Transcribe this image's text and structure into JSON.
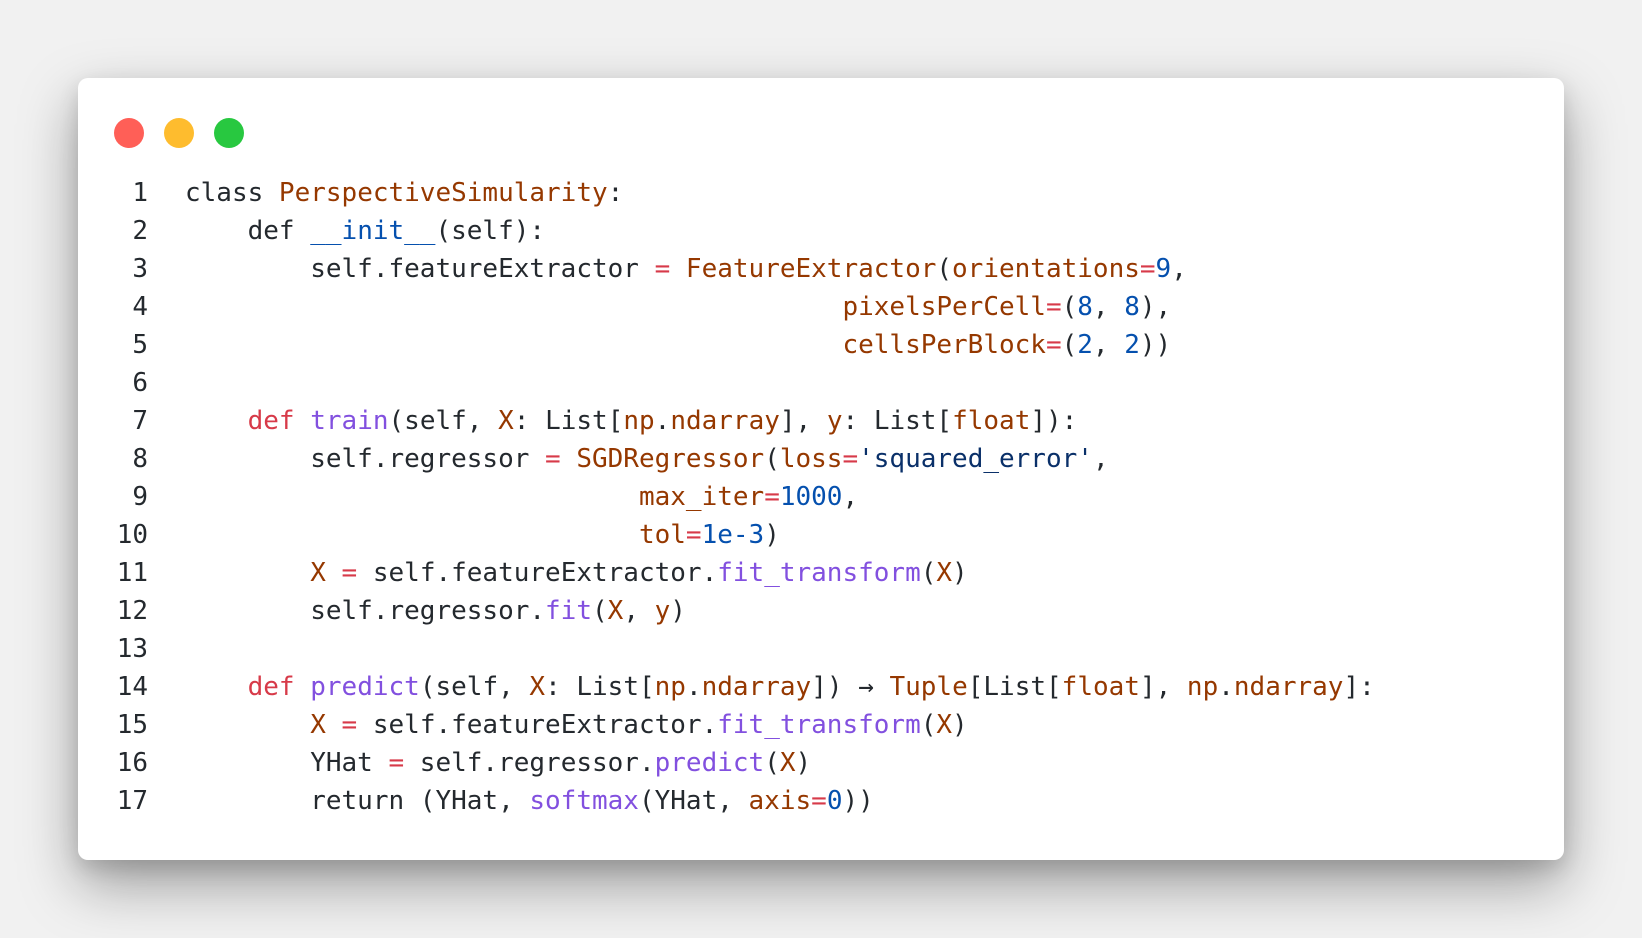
{
  "window": {
    "controls": [
      "close",
      "minimize",
      "maximize"
    ],
    "colors": {
      "close": "#ff5f57",
      "minimize": "#febc2e",
      "maximize": "#28c840",
      "keyword_def": "#d73a49",
      "class_name": "#953800",
      "function_name": "#8250df",
      "number": "#0550ae",
      "string": "#0a3069",
      "text": "#24292e"
    }
  },
  "code_lines": [
    {
      "number": "1",
      "tokens": [
        {
          "t": "class ",
          "c": "#24292e"
        },
        {
          "t": "PerspectiveSimularity",
          "c": "#953800"
        },
        {
          "t": ":",
          "c": "#24292e"
        }
      ]
    },
    {
      "number": "2",
      "tokens": [
        {
          "t": "    def ",
          "c": "#24292e"
        },
        {
          "t": "__init__",
          "c": "#0550ae"
        },
        {
          "t": "(self):",
          "c": "#24292e"
        }
      ]
    },
    {
      "number": "3",
      "tokens": [
        {
          "t": "        self.featureExtractor ",
          "c": "#24292e"
        },
        {
          "t": "=",
          "c": "#d73a49"
        },
        {
          "t": " ",
          "c": "#24292e"
        },
        {
          "t": "FeatureExtractor",
          "c": "#953800"
        },
        {
          "t": "(",
          "c": "#24292e"
        },
        {
          "t": "orientations",
          "c": "#953800"
        },
        {
          "t": "=",
          "c": "#d73a49"
        },
        {
          "t": "9",
          "c": "#0550ae"
        },
        {
          "t": ",",
          "c": "#24292e"
        }
      ]
    },
    {
      "number": "4",
      "tokens": [
        {
          "t": "                                          ",
          "c": "#24292e"
        },
        {
          "t": "pixelsPerCell",
          "c": "#953800"
        },
        {
          "t": "=",
          "c": "#d73a49"
        },
        {
          "t": "(",
          "c": "#24292e"
        },
        {
          "t": "8",
          "c": "#0550ae"
        },
        {
          "t": ", ",
          "c": "#24292e"
        },
        {
          "t": "8",
          "c": "#0550ae"
        },
        {
          "t": "),",
          "c": "#24292e"
        }
      ]
    },
    {
      "number": "5",
      "tokens": [
        {
          "t": "                                          ",
          "c": "#24292e"
        },
        {
          "t": "cellsPerBlock",
          "c": "#953800"
        },
        {
          "t": "=",
          "c": "#d73a49"
        },
        {
          "t": "(",
          "c": "#24292e"
        },
        {
          "t": "2",
          "c": "#0550ae"
        },
        {
          "t": ", ",
          "c": "#24292e"
        },
        {
          "t": "2",
          "c": "#0550ae"
        },
        {
          "t": "))",
          "c": "#24292e"
        }
      ]
    },
    {
      "number": "6",
      "tokens": []
    },
    {
      "number": "7",
      "tokens": [
        {
          "t": "    ",
          "c": "#24292e"
        },
        {
          "t": "def",
          "c": "#d73a49"
        },
        {
          "t": " ",
          "c": "#24292e"
        },
        {
          "t": "train",
          "c": "#8250df"
        },
        {
          "t": "(self, ",
          "c": "#24292e"
        },
        {
          "t": "X",
          "c": "#953800"
        },
        {
          "t": ": List[",
          "c": "#24292e"
        },
        {
          "t": "np",
          "c": "#953800"
        },
        {
          "t": ".",
          "c": "#24292e"
        },
        {
          "t": "ndarray",
          "c": "#953800"
        },
        {
          "t": "], ",
          "c": "#24292e"
        },
        {
          "t": "y",
          "c": "#953800"
        },
        {
          "t": ": List[",
          "c": "#24292e"
        },
        {
          "t": "float",
          "c": "#953800"
        },
        {
          "t": "]):",
          "c": "#24292e"
        }
      ]
    },
    {
      "number": "8",
      "tokens": [
        {
          "t": "        self.regressor ",
          "c": "#24292e"
        },
        {
          "t": "=",
          "c": "#d73a49"
        },
        {
          "t": " ",
          "c": "#24292e"
        },
        {
          "t": "SGDRegressor",
          "c": "#953800"
        },
        {
          "t": "(",
          "c": "#24292e"
        },
        {
          "t": "loss",
          "c": "#953800"
        },
        {
          "t": "=",
          "c": "#d73a49"
        },
        {
          "t": "'squared_error'",
          "c": "#0a3069"
        },
        {
          "t": ",",
          "c": "#24292e"
        }
      ]
    },
    {
      "number": "9",
      "tokens": [
        {
          "t": "                             ",
          "c": "#24292e"
        },
        {
          "t": "max_iter",
          "c": "#953800"
        },
        {
          "t": "=",
          "c": "#d73a49"
        },
        {
          "t": "1000",
          "c": "#0550ae"
        },
        {
          "t": ",",
          "c": "#24292e"
        }
      ]
    },
    {
      "number": "10",
      "tokens": [
        {
          "t": "                             ",
          "c": "#24292e"
        },
        {
          "t": "tol",
          "c": "#953800"
        },
        {
          "t": "=",
          "c": "#d73a49"
        },
        {
          "t": "1e-3",
          "c": "#0550ae"
        },
        {
          "t": ")",
          "c": "#24292e"
        }
      ]
    },
    {
      "number": "11",
      "tokens": [
        {
          "t": "        ",
          "c": "#24292e"
        },
        {
          "t": "X",
          "c": "#953800"
        },
        {
          "t": " ",
          "c": "#24292e"
        },
        {
          "t": "=",
          "c": "#d73a49"
        },
        {
          "t": " self.featureExtractor.",
          "c": "#24292e"
        },
        {
          "t": "fit_transform",
          "c": "#8250df"
        },
        {
          "t": "(",
          "c": "#24292e"
        },
        {
          "t": "X",
          "c": "#953800"
        },
        {
          "t": ")",
          "c": "#24292e"
        }
      ]
    },
    {
      "number": "12",
      "tokens": [
        {
          "t": "        self.regressor.",
          "c": "#24292e"
        },
        {
          "t": "fit",
          "c": "#8250df"
        },
        {
          "t": "(",
          "c": "#24292e"
        },
        {
          "t": "X",
          "c": "#953800"
        },
        {
          "t": ", ",
          "c": "#24292e"
        },
        {
          "t": "y",
          "c": "#953800"
        },
        {
          "t": ")",
          "c": "#24292e"
        }
      ]
    },
    {
      "number": "13",
      "tokens": []
    },
    {
      "number": "14",
      "tokens": [
        {
          "t": "    ",
          "c": "#24292e"
        },
        {
          "t": "def",
          "c": "#d73a49"
        },
        {
          "t": " ",
          "c": "#24292e"
        },
        {
          "t": "predict",
          "c": "#8250df"
        },
        {
          "t": "(self, ",
          "c": "#24292e"
        },
        {
          "t": "X",
          "c": "#953800"
        },
        {
          "t": ": List[",
          "c": "#24292e"
        },
        {
          "t": "np",
          "c": "#953800"
        },
        {
          "t": ".",
          "c": "#24292e"
        },
        {
          "t": "ndarray",
          "c": "#953800"
        },
        {
          "t": "]) → ",
          "c": "#24292e"
        },
        {
          "t": "Tuple",
          "c": "#953800"
        },
        {
          "t": "[List[",
          "c": "#24292e"
        },
        {
          "t": "float",
          "c": "#953800"
        },
        {
          "t": "], ",
          "c": "#24292e"
        },
        {
          "t": "np",
          "c": "#953800"
        },
        {
          "t": ".",
          "c": "#24292e"
        },
        {
          "t": "ndarray",
          "c": "#953800"
        },
        {
          "t": "]:",
          "c": "#24292e"
        }
      ]
    },
    {
      "number": "15",
      "tokens": [
        {
          "t": "        ",
          "c": "#24292e"
        },
        {
          "t": "X",
          "c": "#953800"
        },
        {
          "t": " ",
          "c": "#24292e"
        },
        {
          "t": "=",
          "c": "#d73a49"
        },
        {
          "t": " self.featureExtractor.",
          "c": "#24292e"
        },
        {
          "t": "fit_transform",
          "c": "#8250df"
        },
        {
          "t": "(",
          "c": "#24292e"
        },
        {
          "t": "X",
          "c": "#953800"
        },
        {
          "t": ")",
          "c": "#24292e"
        }
      ]
    },
    {
      "number": "16",
      "tokens": [
        {
          "t": "        YHat ",
          "c": "#24292e"
        },
        {
          "t": "=",
          "c": "#d73a49"
        },
        {
          "t": " self.regressor.",
          "c": "#24292e"
        },
        {
          "t": "predict",
          "c": "#8250df"
        },
        {
          "t": "(",
          "c": "#24292e"
        },
        {
          "t": "X",
          "c": "#953800"
        },
        {
          "t": ")",
          "c": "#24292e"
        }
      ]
    },
    {
      "number": "17",
      "tokens": [
        {
          "t": "        return (YHat, ",
          "c": "#24292e"
        },
        {
          "t": "softmax",
          "c": "#8250df"
        },
        {
          "t": "(YHat, ",
          "c": "#24292e"
        },
        {
          "t": "axis",
          "c": "#953800"
        },
        {
          "t": "=",
          "c": "#d73a49"
        },
        {
          "t": "0",
          "c": "#0550ae"
        },
        {
          "t": "))",
          "c": "#24292e"
        }
      ]
    }
  ]
}
